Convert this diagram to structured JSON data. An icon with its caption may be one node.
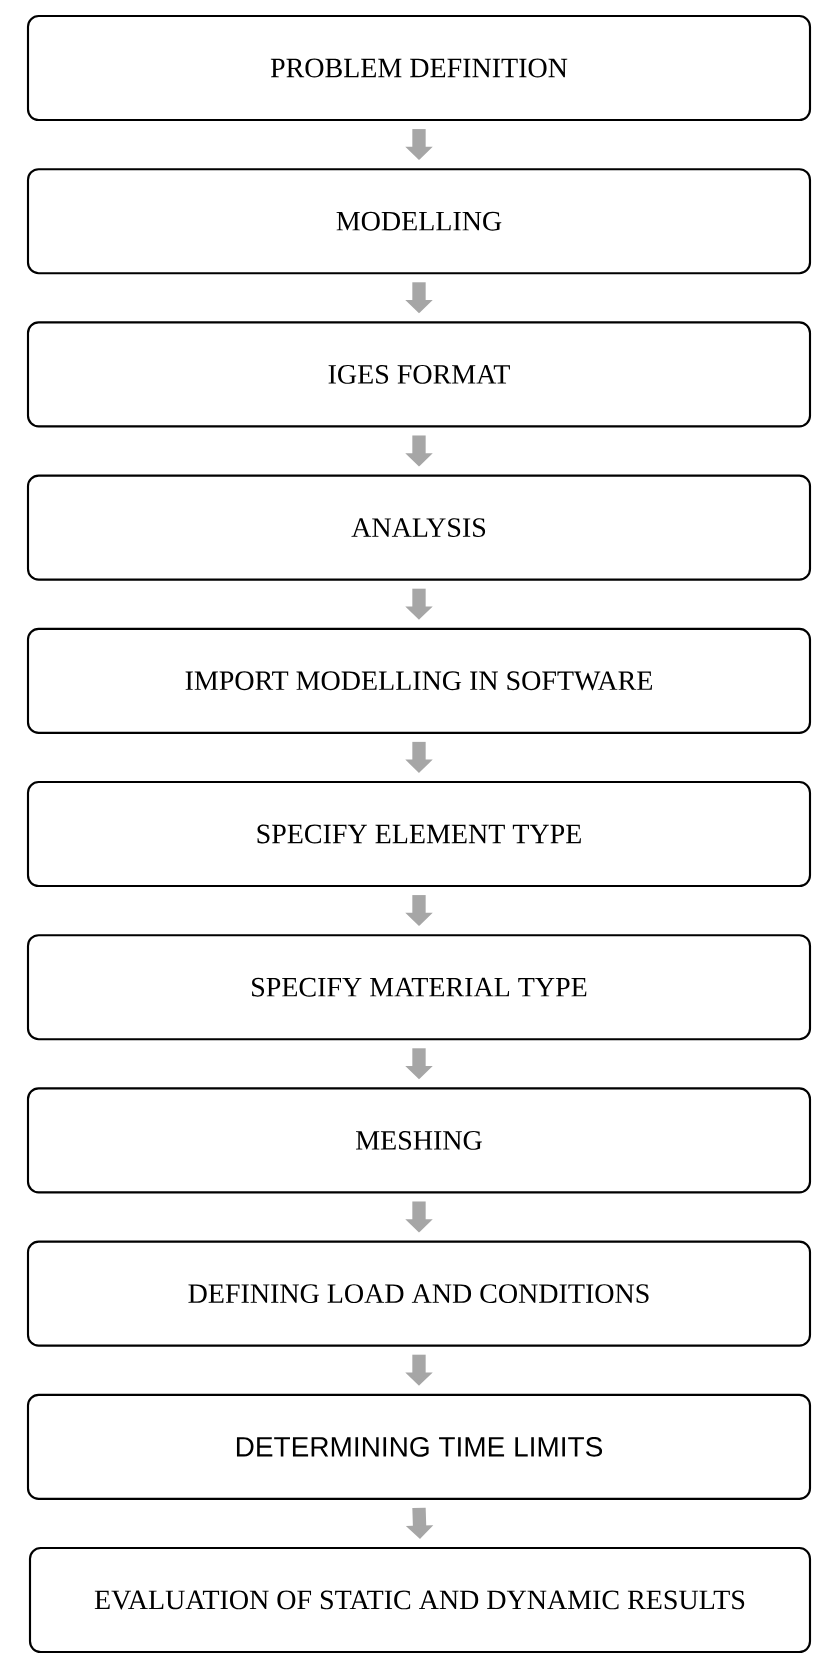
{
  "diagram": {
    "nodes": [
      {
        "text": [
          "PROBLEM DEFINITION"
        ]
      },
      {
        "text": [
          "MODELLING"
        ]
      },
      {
        "text": [
          "IGES FORMAT"
        ]
      },
      {
        "text": [
          "ANALYSIS"
        ]
      },
      {
        "text": [
          "IMPORT MODELLING IN SOFTWARE"
        ]
      },
      {
        "text": [
          "SPECIFY ELEMENT TYPE"
        ]
      },
      {
        "text": [
          "SPECIFY MATERIAL TYPE"
        ]
      },
      {
        "text": [
          "MESHING"
        ]
      },
      {
        "text": [
          "DEFINING LOAD AND CONDITIONS"
        ]
      },
      {
        "text": [
          "DETERMINING TIME LIMITS"
        ]
      },
      {
        "text": [
          "EVALUATION OF STATIC AND DYNAMIC RESULTS"
        ]
      }
    ],
    "edges": [
      {
        "from": 0,
        "to": 1,
        "arrow": "to"
      },
      {
        "from": 1,
        "to": 2,
        "arrow": "to"
      },
      {
        "from": 2,
        "to": 3,
        "arrow": "to"
      },
      {
        "from": 3,
        "to": 4,
        "arrow": "to"
      },
      {
        "from": 4,
        "to": 5,
        "arrow": "to"
      },
      {
        "from": 5,
        "to": 6,
        "arrow": "to"
      },
      {
        "from": 6,
        "to": 7,
        "arrow": "to"
      },
      {
        "from": 7,
        "to": 8,
        "arrow": "to"
      },
      {
        "from": 8,
        "to": 9,
        "arrow": "to"
      },
      {
        "from": 9,
        "to": 10,
        "arrow": "to"
      }
    ]
  }
}
